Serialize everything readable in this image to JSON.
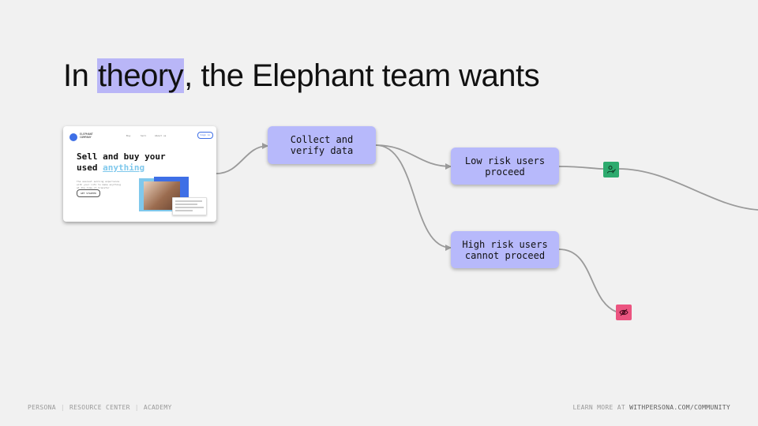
{
  "slide": {
    "title_before": "In ",
    "title_highlight": "theory",
    "title_after": ", the Elephant team wants",
    "highlight_color": "#b9b6f7"
  },
  "website_thumbnail": {
    "logo_text": "ELEPHANT COMPANY",
    "nav_items": [
      "Buy",
      "Sell",
      "About us"
    ],
    "nav_button": "Sign in",
    "headline_line1": "Sell and buy your",
    "headline_line2_start": "used ",
    "headline_accent": "anything",
    "subtext": "The easiest selling experience with your info to make anything at the time of transfer",
    "cta": "GET STARTED",
    "accent_color": "#7fc8ec",
    "brand_color": "#3e6fe6"
  },
  "flow": {
    "collect": "Collect and\nverify data",
    "low_risk": "Low risk users\nproceed",
    "high_risk": "High risk users\ncannot proceed",
    "node_color": "#b7b9fb",
    "low_badge_icon": "user-check-icon",
    "low_badge_color": "#2daa6e",
    "high_badge_icon": "eye-off-icon",
    "high_badge_color": "#eb5480"
  },
  "footer": {
    "brand": "PERSONA",
    "link1": "RESOURCE CENTER",
    "link2": "ACADEMY",
    "learn_prefix": "LEARN MORE AT ",
    "learn_url": "WITHPERSONA.COM/COMMUNITY"
  }
}
